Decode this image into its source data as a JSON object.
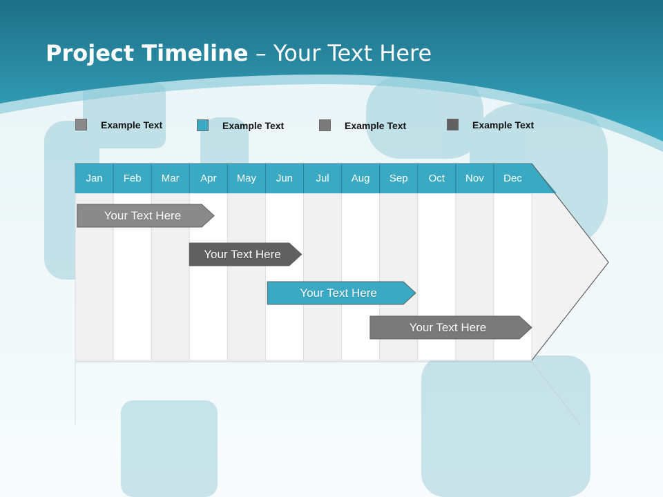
{
  "slide": {
    "title_bold": "Project Timeline",
    "title_rest": " – Your Text Here"
  },
  "colors": {
    "header_teal": "#2f9fb8",
    "header_dark": "#1f7c94",
    "month_bar": "#3aa9c4",
    "gray_light": "#8a8a8a",
    "gray_mid": "#7a7a7a",
    "gray_dark": "#606060"
  },
  "legend": [
    {
      "label": "Example Text",
      "color": "#8a8a8a"
    },
    {
      "label": "Example Text",
      "color": "#3aa9c4"
    },
    {
      "label": "Example Text",
      "color": "#7a7a7a"
    },
    {
      "label": "Example Text",
      "color": "#606060"
    }
  ],
  "timeline": {
    "months": [
      "Jan",
      "Feb",
      "Mar",
      "Apr",
      "May",
      "Jun",
      "Jul",
      "Aug",
      "Sep",
      "Oct",
      "Nov",
      "Dec"
    ],
    "tasks": [
      {
        "label": "Your  Text Here",
        "start_month": 0.05,
        "end_month": 3.65,
        "color": "#8a8a8a"
      },
      {
        "label": "Your  Text Here",
        "start_month": 3.0,
        "end_month": 5.95,
        "color": "#606060"
      },
      {
        "label": "Your  Text Here",
        "start_month": 5.05,
        "end_month": 8.95,
        "color": "#3aa9c4"
      },
      {
        "label": "Your  Text Here",
        "start_month": 7.75,
        "end_month": 12.0,
        "color": "#7a7a7a"
      }
    ]
  }
}
